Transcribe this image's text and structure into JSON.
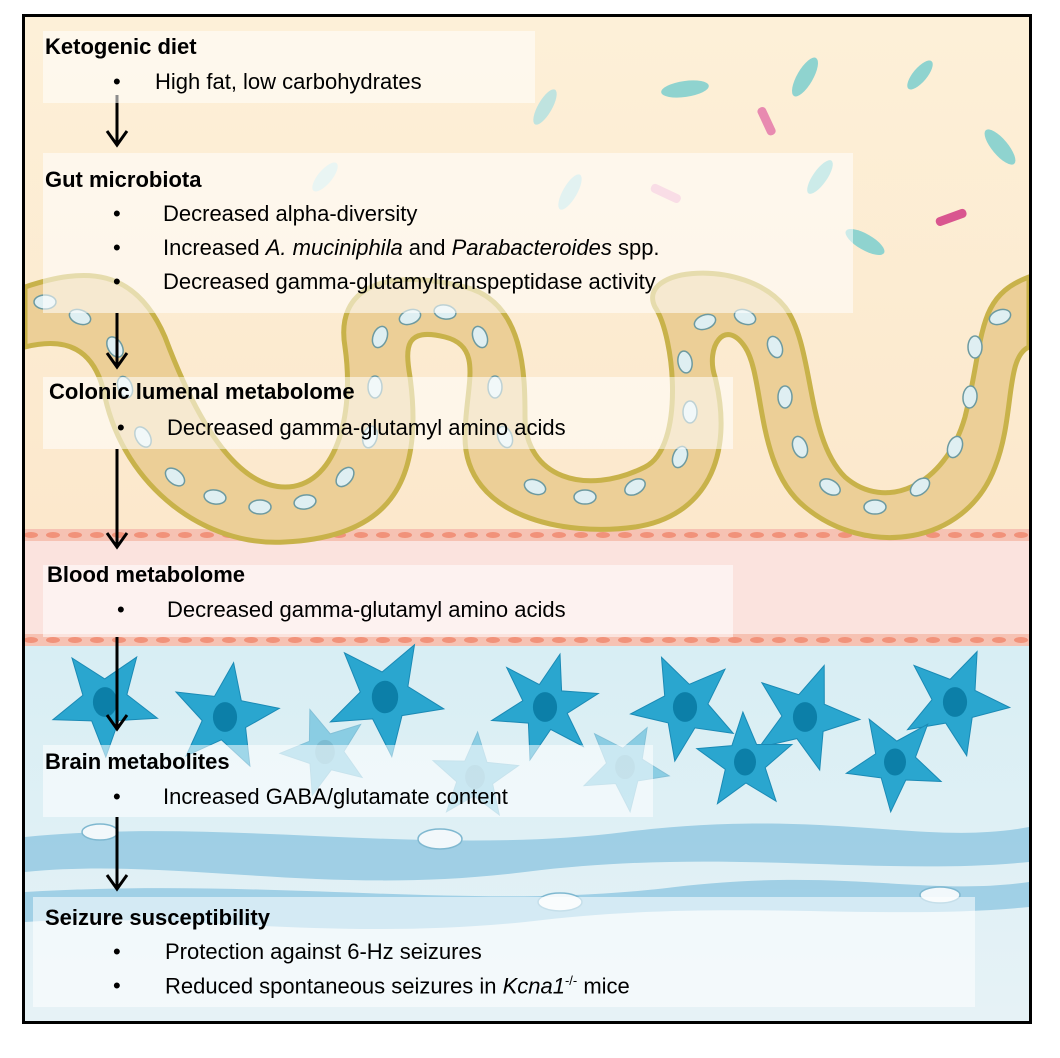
{
  "sections": [
    {
      "heading": "Ketogenic diet",
      "bullets": [
        {
          "text": "High fat, low carbohydrates"
        }
      ]
    },
    {
      "heading": "Gut microbiota",
      "bullets": [
        {
          "text": "Decreased alpha-diversity"
        },
        {
          "pre": "Increased ",
          "it1": "A. muciniphila",
          "mid": " and ",
          "it2": "Parabacteroides",
          "post": " spp."
        },
        {
          "text": "Decreased gamma-glutamyltranspeptidase activity"
        }
      ]
    },
    {
      "heading": "Colonic lumenal metabolome",
      "bullets": [
        {
          "text": "Decreased gamma-glutamyl amino acids"
        }
      ]
    },
    {
      "heading": "Blood metabolome",
      "bullets": [
        {
          "text": "Decreased gamma-glutamyl amino acids"
        }
      ]
    },
    {
      "heading": "Brain metabolites",
      "bullets": [
        {
          "text": "Increased GABA/glutamate content"
        }
      ]
    },
    {
      "heading": "Seizure susceptibility",
      "bullets": [
        {
          "text": "Protection against 6-Hz seizures"
        },
        {
          "pre": "Reduced spontaneous seizures in ",
          "it1": "Kcna1",
          "sup": "-/-",
          "post": " mice"
        }
      ]
    }
  ],
  "bullet_char": "•",
  "colors": {
    "background_top": "#fdf0d8",
    "epithelium": "#e8c98a",
    "epithelium_edge": "#c9b24a",
    "nucleus": "#dfeff2",
    "bacteria_teal": "#8fd3cf",
    "bacteria_pink": "#e88ab0",
    "blood_band": "#fbe1de",
    "vessel": "#f5b8a8",
    "brain_bg": "#d4e9f2",
    "neuron": "#2aa6cf",
    "neuron_nucleus": "#0c7fa8",
    "arrow": "#000000"
  }
}
